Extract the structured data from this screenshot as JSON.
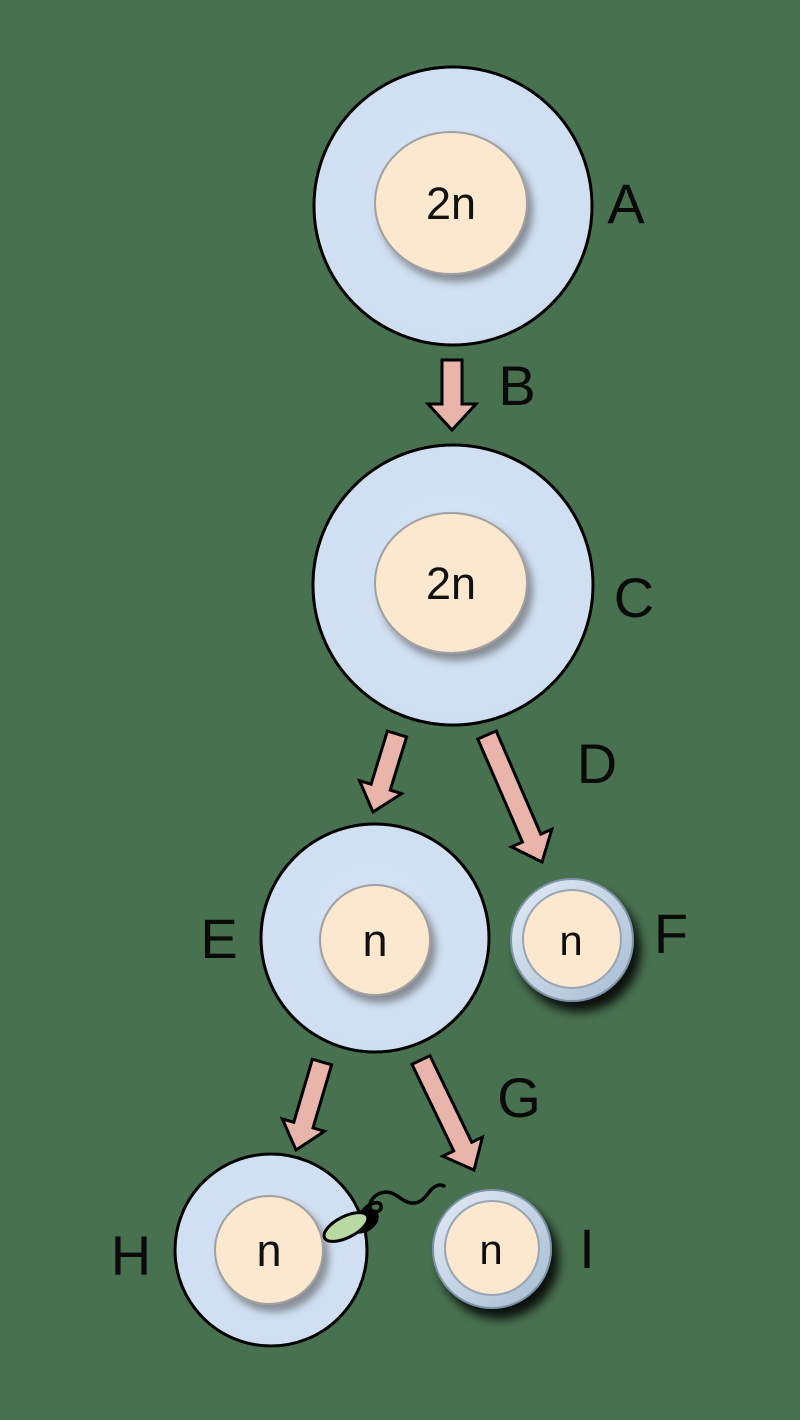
{
  "labels": {
    "a": "A",
    "b": "B",
    "c": "C",
    "d": "D",
    "e": "E",
    "f": "F",
    "g": "G",
    "h": "H",
    "i": "I"
  },
  "ploidy": {
    "a": "2n",
    "c": "2n",
    "e": "n",
    "f": "n",
    "h": "n",
    "i": "n"
  },
  "colors": {
    "background": "#48714F",
    "cell_cytoplasm": "#CFDFF2",
    "nucleus": "#FBE8CE",
    "arrow": "#E9B5AB",
    "polar_body_ring": "#C2D2E3",
    "sperm_head": "#B8D9A1",
    "outline": "#000000"
  }
}
